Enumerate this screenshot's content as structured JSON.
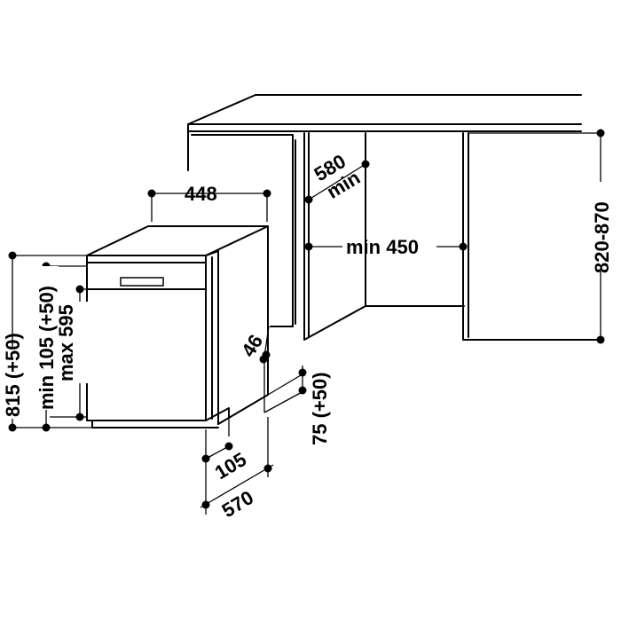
{
  "dimensions": {
    "width_448": "448",
    "depth_580_min": "580",
    "depth_580_min_word": "min",
    "niche_min_450": "min 450",
    "niche_height": "820-870",
    "panel_gap_46": "46",
    "plinth_75": "75 (+50)",
    "plinth_depth_105": "105",
    "depth_570": "570",
    "height_815": "815 (+50)",
    "min_105": "min 105 (+50)",
    "max_595": "max 595"
  },
  "colors": {
    "line": "#000000",
    "background": "#ffffff"
  }
}
